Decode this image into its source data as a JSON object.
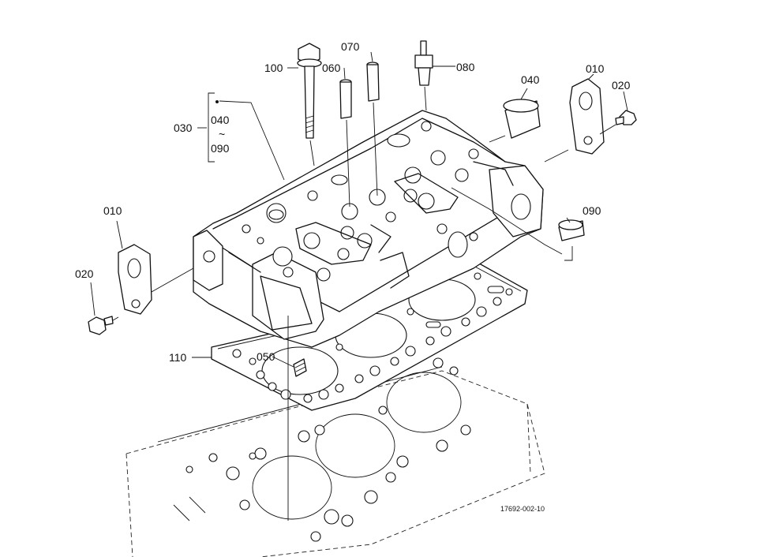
{
  "labels": {
    "p100": "100",
    "p060": "060",
    "p070": "070",
    "p080": "080",
    "p040": "040",
    "p010_right": "010",
    "p020_right": "020",
    "p030": "030",
    "p040_group": "040",
    "p_group_tilde": "~",
    "p090_group": "090",
    "p010_left": "010",
    "p020_left": "020",
    "p090": "090",
    "p110": "110",
    "p050": "050"
  },
  "reference_code": "17692-002-10"
}
